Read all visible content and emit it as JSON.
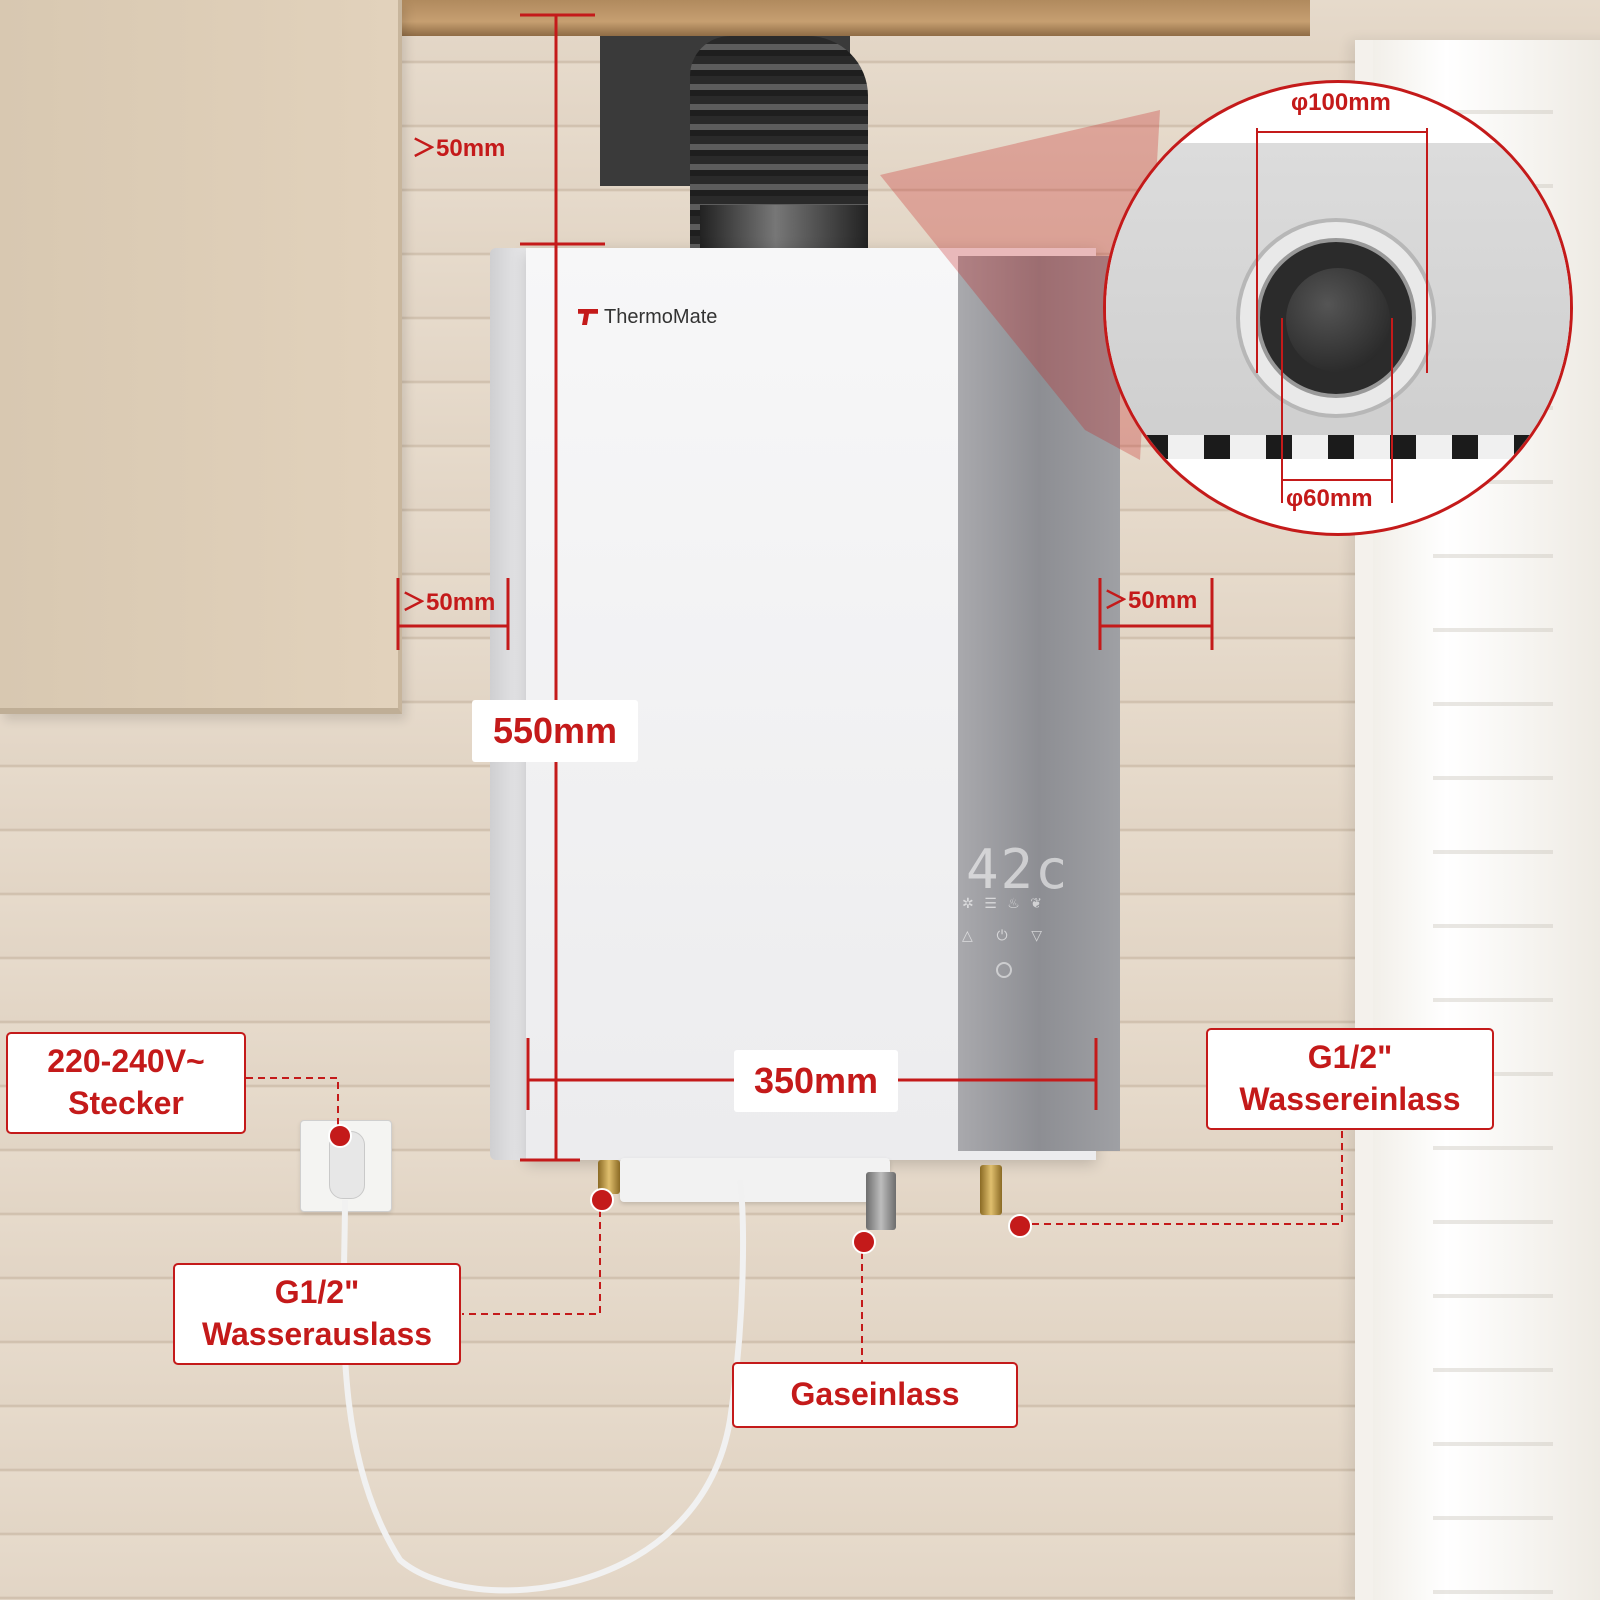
{
  "brand": {
    "name": "ThermoMate",
    "accent_color": "#c41a1a"
  },
  "display": {
    "temperature": "42c",
    "status_icons": [
      "fan-icon",
      "heater-icon",
      "flame-icon",
      "leaf-icon"
    ],
    "buttons": [
      {
        "icon": "up-triangle-icon",
        "glyph": "△"
      },
      {
        "icon": "power-icon",
        "glyph": "⏻"
      },
      {
        "icon": "down-triangle-icon",
        "glyph": "▽"
      }
    ]
  },
  "dimensions": {
    "height": "550mm",
    "width": "350mm",
    "clearance_top": "＞50mm",
    "clearance_left": "＞50mm",
    "clearance_right": "＞50mm",
    "flue_outer_diameter": "φ100mm",
    "flue_inner_diameter": "φ60mm"
  },
  "callouts": {
    "power": {
      "line1": "220-240V~",
      "line2": "Stecker"
    },
    "water_outlet": {
      "line1": "G1/2\"",
      "line2": "Wasserauslass"
    },
    "water_inlet": {
      "line1": "G1/2\"",
      "line2": "Wassereinlass"
    },
    "gas_inlet": {
      "line1": "Gaseinlass"
    }
  }
}
